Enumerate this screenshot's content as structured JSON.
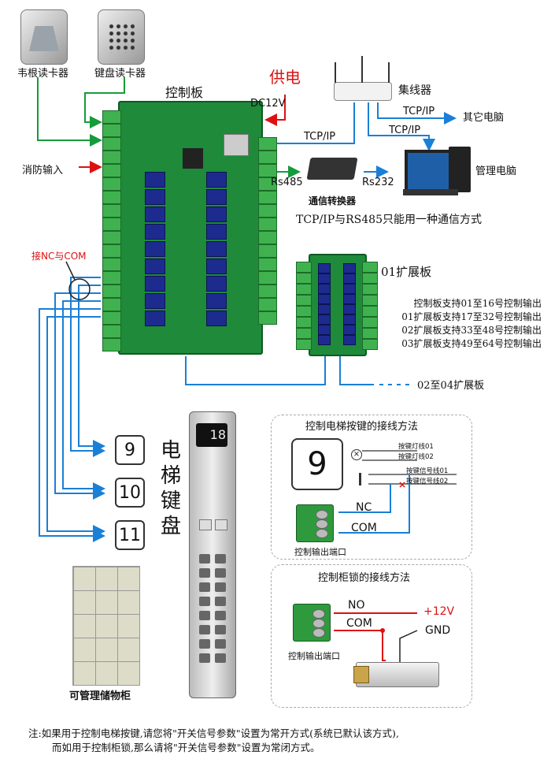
{
  "readers": {
    "wiegand_label": "韦根读卡器",
    "keypad_label": "键盘读卡器"
  },
  "controller": {
    "title": "控制板",
    "fire_input_label": "消防输入",
    "nc_com_label": "接NC与COM"
  },
  "power": {
    "title": "供电",
    "dc_label": "DC12V"
  },
  "network": {
    "hub_label": "集线器",
    "tcpip_label": "TCP/IP",
    "other_pc_label": "其它电脑",
    "mgmt_pc_label": "管理电脑",
    "rs485_label": "Rs485",
    "rs232_label": "Rs232",
    "converter_label": "通信转换器",
    "mode_note": "TCP/IP与RS485只能用一种通信方式"
  },
  "expansion": {
    "board_label": "01扩展板",
    "support_lines": [
      "控制板支持01至16号控制输出",
      "01扩展板支持17至32号控制输出",
      "02扩展板支持33至48号控制输出",
      "03扩展板支持49至64号控制输出"
    ],
    "more_label": "02至04扩展板"
  },
  "elevator": {
    "keypad_title": "电梯键盘",
    "floor_buttons": [
      "9",
      "10",
      "11"
    ],
    "display_number": "18"
  },
  "elevator_wiring": {
    "title": "控制电梯按键的接线方法",
    "button_number": "9",
    "lines": [
      "按键灯线01",
      "按键灯线02",
      "按键信号线01",
      "按键信号线02"
    ],
    "nc_label": "NC",
    "com_label": "COM",
    "port_label": "控制输出端口"
  },
  "lock_wiring": {
    "title": "控制柜锁的接线方法",
    "no_label": "NO",
    "com_label": "COM",
    "power_label": "+12V",
    "gnd_label": "GND",
    "port_label": "控制输出端口"
  },
  "cabinet": {
    "label": "可管理储物柜"
  },
  "footer": {
    "note_line1": "注:如果用于控制电梯按键,请您将\"开关信号参数\"设置为常开方式(系统已默认该方式),",
    "note_line2": "而如用于控制柜锁,那么请将\"开关信号参数\"设置为常闭方式。"
  },
  "colors": {
    "red": "#dd1111",
    "blue": "#1a7fd6",
    "green": "#159b3a",
    "pcb": "#1e8a3a",
    "relay": "#1d2b8f"
  }
}
